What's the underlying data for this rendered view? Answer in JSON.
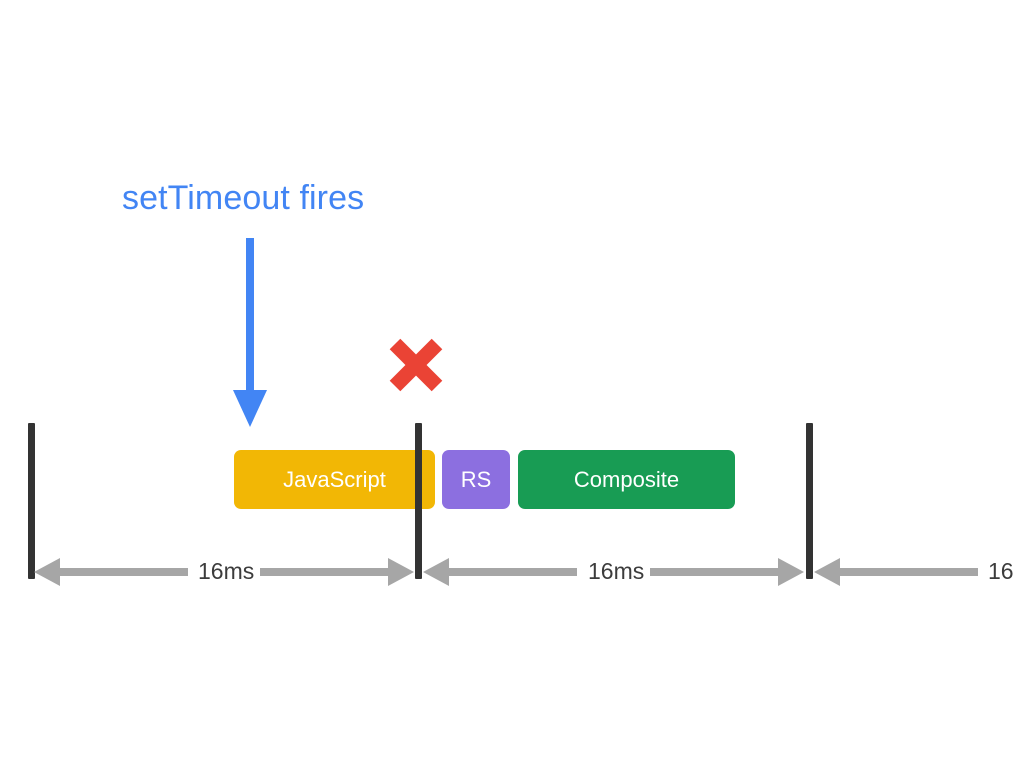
{
  "diagram": {
    "title": "setTimeout fires",
    "background_color": "#ffffff",
    "annotation": {
      "text": "setTimeout fires",
      "color": "#4285f4",
      "arrow_name": "down-arrow",
      "arrow_color": "#4285f4"
    },
    "missed_frame_marker": {
      "symbol": "x",
      "color": "#ea4335",
      "meaning": "missed frame deadline"
    },
    "frame_ticks": [
      {
        "name": "frame-boundary-1",
        "color": "#333333"
      },
      {
        "name": "frame-boundary-2",
        "color": "#333333"
      },
      {
        "name": "frame-boundary-3",
        "color": "#333333"
      }
    ],
    "bars": [
      {
        "label": "JavaScript",
        "color": "#f2b705",
        "text_color": "#ffffff"
      },
      {
        "label": "RS",
        "color": "#8c6fe0",
        "text_color": "#ffffff"
      },
      {
        "label": "Composite",
        "color": "#189c54",
        "text_color": "#ffffff"
      }
    ],
    "measurements": [
      {
        "label": "16ms",
        "color": "#a6a6a6",
        "text_color": "#3c3c3c",
        "truncated": false
      },
      {
        "label": "16ms",
        "color": "#a6a6a6",
        "text_color": "#3c3c3c",
        "truncated": false
      },
      {
        "label": "16",
        "color": "#a6a6a6",
        "text_color": "#3c3c3c",
        "truncated": true
      }
    ]
  }
}
